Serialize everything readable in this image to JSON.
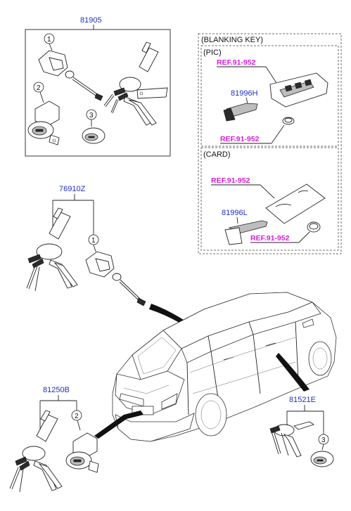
{
  "parts": {
    "p81905": "81905",
    "p76910Z": "76910Z",
    "p81250B": "81250B",
    "p81521E": "81521E",
    "p81996H": "81996H",
    "p81996L": "81996L"
  },
  "blanking": {
    "title": "(BLANKING KEY)",
    "pic": "(PIC)",
    "card": "(CARD)"
  },
  "refs": {
    "r1": "REF.91-952",
    "r2": "REF.91-952",
    "r3": "REF.91-952",
    "r4": "REF.91-952"
  },
  "callouts": {
    "c1a": "1",
    "c2a": "2",
    "c3a": "3",
    "c1b": "1",
    "c2b": "2",
    "c3b": "3"
  },
  "colors": {
    "part_number": "#1f2fbf",
    "reference": "#d81dd8"
  }
}
